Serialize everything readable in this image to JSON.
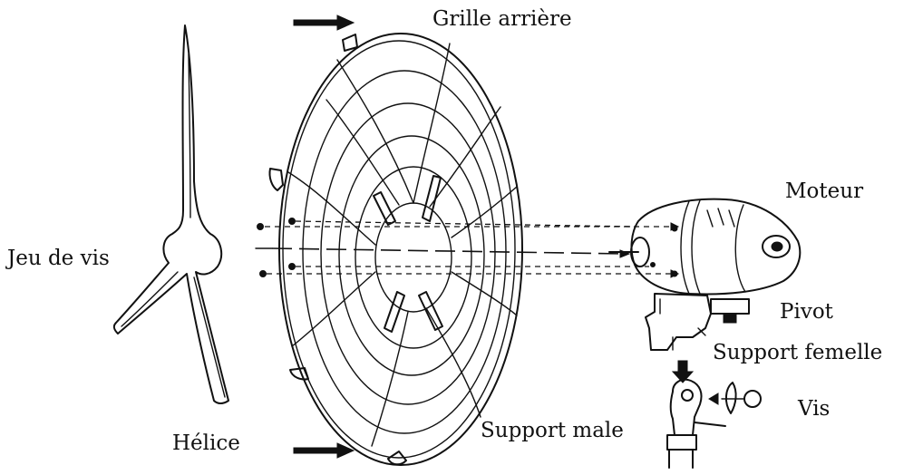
{
  "diagram": {
    "labels": {
      "rear_grille": "Grille arrière",
      "motor": "Moteur",
      "screw_set": "Jeu de vis",
      "pivot": "Pivot",
      "female_support": "Support femelle",
      "screw": "Vis",
      "male_support": "Support male",
      "blade": "Hélice"
    }
  }
}
